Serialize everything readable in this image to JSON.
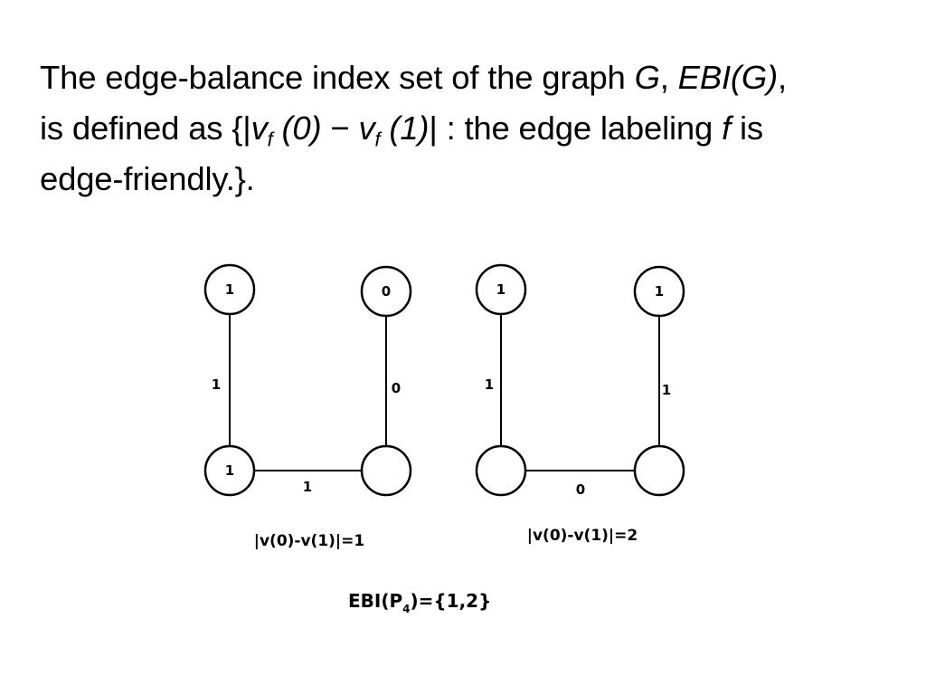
{
  "definition": {
    "t1": "The edge-balance index set of the graph ",
    "G": "G",
    "comma1": ", ",
    "EBI": "EBI(G)",
    "comma2": ",",
    "t2": "is defined as {|",
    "v1": "v",
    "sub1": "f",
    "arg1": " (0)",
    "minus": " − ",
    "v2": "v",
    "sub2": "f",
    "arg2": " (1)",
    "t3": "| : the edge labeling ",
    "f": "f",
    "t4": " is",
    "t5": "edge-friendly.}."
  },
  "graph1": {
    "nodes": {
      "top_left": "1",
      "top_right": "0",
      "bottom_left": "1",
      "bottom_right": ""
    },
    "edges": {
      "left": "1",
      "right": "0",
      "bottom": "1"
    },
    "caption": "|v(0)-v(1)|=1"
  },
  "graph2": {
    "nodes": {
      "top_left": "1",
      "top_right": "1",
      "bottom_left": "",
      "bottom_right": ""
    },
    "edges": {
      "left": "1",
      "right": "1",
      "bottom": "0"
    },
    "caption": "|v(0)-v(1)|=2"
  },
  "result": {
    "prefix": "EBI(P",
    "subscript": "4",
    "suffix": ")={1,2}"
  }
}
